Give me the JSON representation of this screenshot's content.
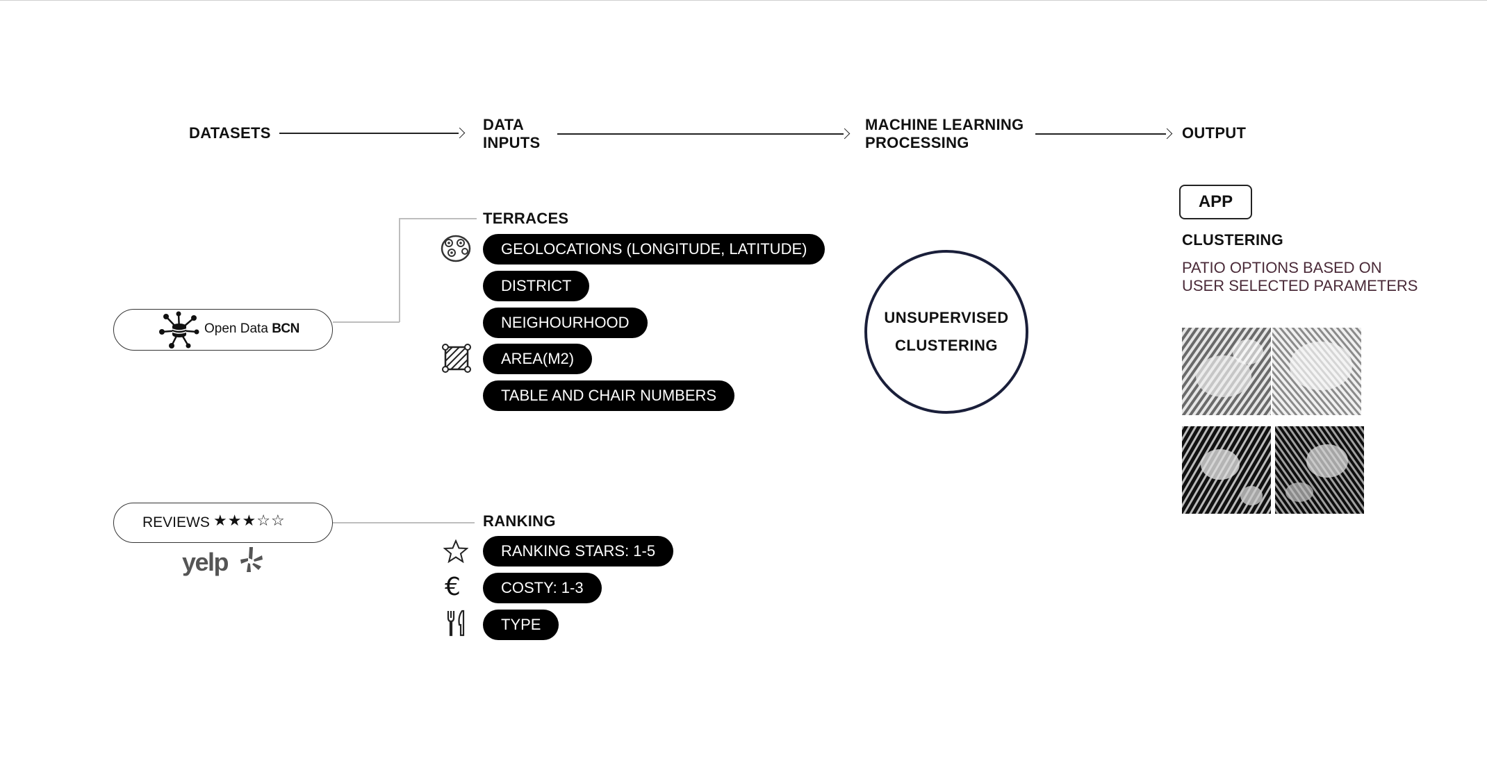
{
  "stages": [
    {
      "line1": "DATASETS",
      "line2": ""
    },
    {
      "line1": "DATA",
      "line2": "INPUTS"
    },
    {
      "line1": "MACHINE LEARNING",
      "line2": "PROCESSING"
    },
    {
      "line1": "OUTPUT",
      "line2": ""
    }
  ],
  "sources": {
    "opendata": {
      "text_light": "Open Data",
      "text_bold": "BCN",
      "icon": "network-database-icon"
    },
    "reviews": {
      "label": "REVIEWS",
      "stars_filled": 3,
      "stars_total": 5,
      "brand": "yelp",
      "brand_icon": "yelp-burst-icon"
    }
  },
  "terraces": {
    "title": "TERRACES",
    "items": [
      "GEOLOCATIONS (LONGITUDE, LATITUDE)",
      "DISTRICT",
      "NEIGHOURHOOD",
      "AREA(M2)",
      "TABLE AND CHAIR NUMBERS"
    ],
    "icons": [
      "map-pins-icon",
      "area-hatch-icon"
    ]
  },
  "ranking": {
    "title": "RANKING",
    "items": [
      "RANKING STARS: 1-5",
      "COSTY: 1-3",
      "TYPE"
    ],
    "icons": [
      "star-icon",
      "euro-icon",
      "cutlery-icon"
    ]
  },
  "processing": {
    "line1": "UNSUPERVISED",
    "line2": "CLUSTERING"
  },
  "output": {
    "app_label": "APP",
    "title": "CLUSTERING",
    "desc_line1": "PATIO OPTIONS BASED ON",
    "desc_line2": "USER SELECTED PARAMETERS",
    "maps": [
      "cluster-map-1",
      "cluster-map-2",
      "cluster-map-3",
      "cluster-map-4"
    ]
  },
  "colors": {
    "pill_bg": "#000000",
    "circle_border": "#1a1f3a",
    "desc_text": "#4a2a38"
  }
}
